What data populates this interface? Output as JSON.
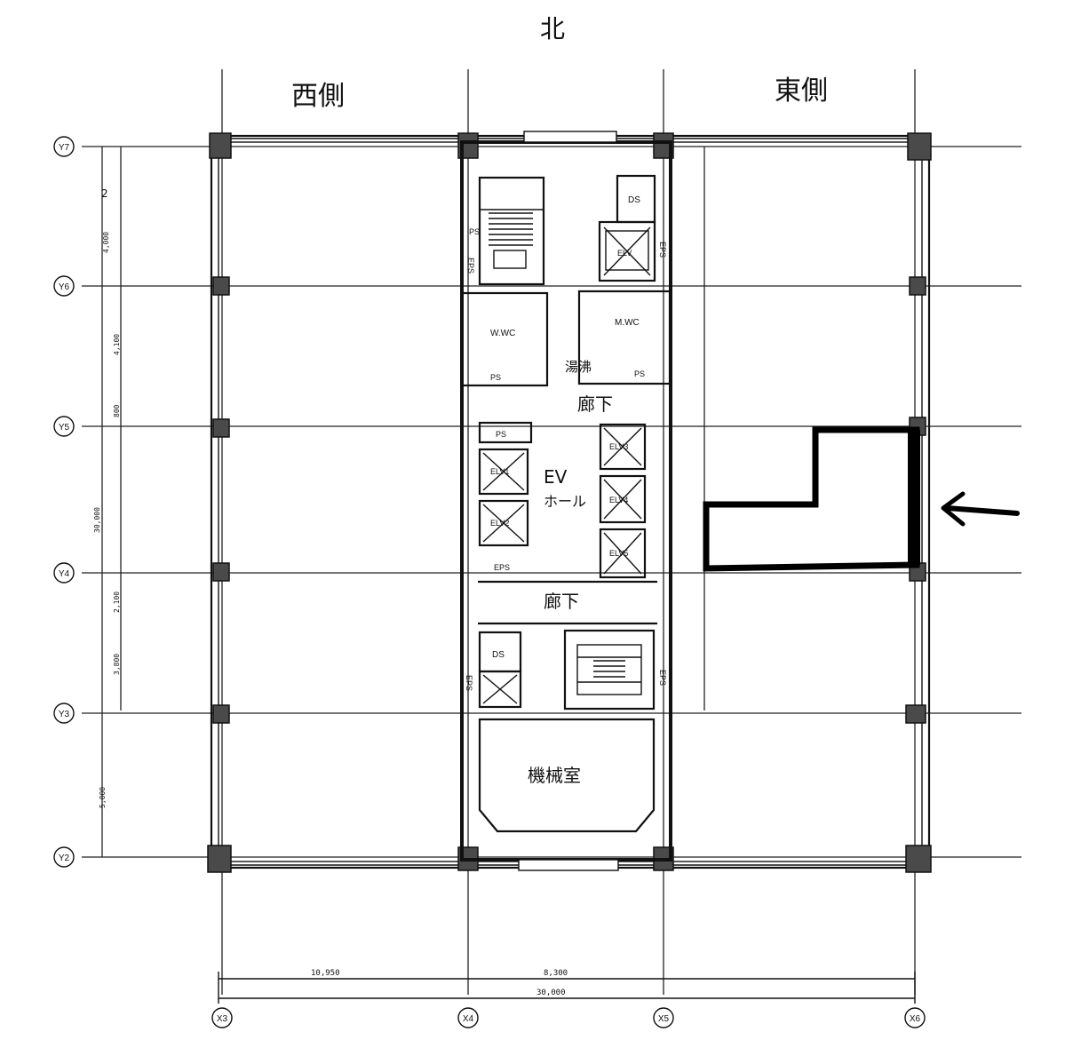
{
  "plan": {
    "north_label": "北",
    "west_label": "西側",
    "east_label": "東側",
    "grid_y": [
      "Y7",
      "Y6",
      "Y5",
      "Y4",
      "Y3",
      "Y2"
    ],
    "grid_x": [
      "X3",
      "X4",
      "X5",
      "X6"
    ],
    "dims_left": [
      "4,000",
      "4,100",
      "800",
      "30,000",
      "2,100",
      "3,800",
      "5,000"
    ],
    "dims_bottom": {
      "west": "10,950",
      "core": "8,300",
      "total": "30,000"
    },
    "rooms": {
      "ds_top": "DS",
      "ps_top": "PS",
      "eps_top_left": "EPS",
      "eps_top_right": "EPS",
      "elv_top": "ELV",
      "wwc": "W.WC",
      "mwc": "M.WC",
      "kitchen": "湯沸",
      "ps_mid_left": "PS",
      "ps_mid_right": "PS",
      "corridor_top": "廊下",
      "ps_ev": "PS",
      "elv1": "ELV1",
      "elv2": "ELV2",
      "elv3": "ELV3",
      "elv4": "ELV4",
      "elv5": "ELV5",
      "ev_hall_1": "EV",
      "ev_hall_2": "ホール",
      "eps_ev": "EPS",
      "corridor_bottom": "廊下",
      "ds_bottom": "DS",
      "eps_bottom_left": "EPS",
      "eps_bottom_right": "EPS",
      "machine_room": "機械室"
    },
    "note_mark": "2"
  }
}
